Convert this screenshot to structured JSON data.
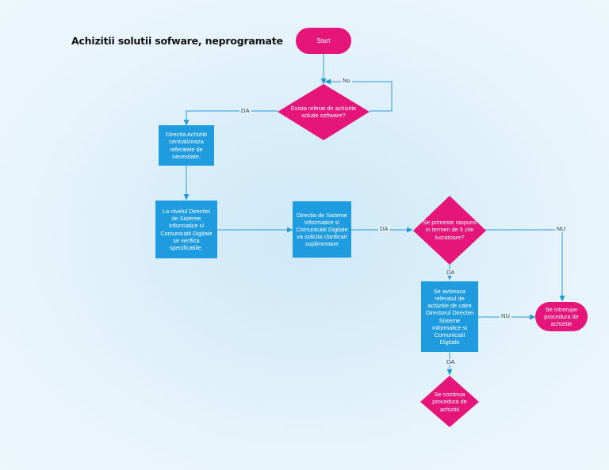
{
  "diagram": {
    "title": "Achizitii solutii sofware, neprogramate",
    "colors": {
      "process": "#1f9ce0",
      "decision": "#e5157a",
      "terminal": "#e5157a",
      "connector": "#2a9ad6"
    },
    "nodes": {
      "start": "Start",
      "q_referat": "Exista referat de achizitie solutie software?",
      "centralize": "Directia Achizitii centralizeaza referatele de necesitate.",
      "verify": "La nivelul Directiei de Sisteme Informatice si Comunicatii Digitale se verifica specificatiile.",
      "clarify": "Directia de Sisteme Informatice si Comunicatii Digitale va solicita clarificari suplimentare",
      "q_answer": "Se primeste raspuns in termen de 5 zile lucratoare?",
      "approve": "Se avizeaza referatul de achizitie de catre Directorul Directiei Sisteme Informatice si Comunicatii Digitale",
      "stop": "Se intrerupe procedura de achizitie",
      "continue": "Se continua procedura de achizitii"
    },
    "edge_labels": {
      "loop_no": "Nu",
      "referat_yes": "DA",
      "clarify_yes": "DA",
      "answer_no": "NU",
      "answer_yes": "DA",
      "approve_no": "NU",
      "approve_yes": "DA"
    }
  }
}
